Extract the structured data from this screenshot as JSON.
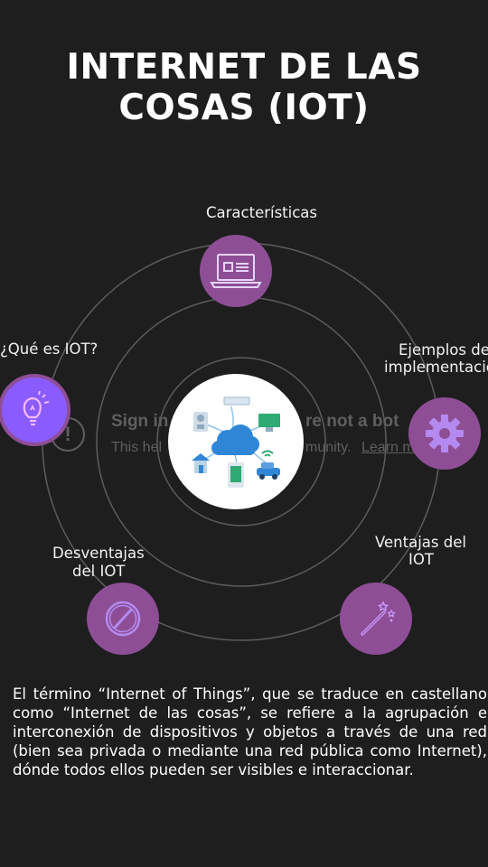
{
  "title": {
    "line1": "INTERNET DE LAS",
    "line2": "COSAS (IOT)"
  },
  "nodes": {
    "top": {
      "label": "Características",
      "icon": "laptop-icon"
    },
    "left": {
      "label": "¿Qué es IOT?",
      "icon": "lightbulb-icon"
    },
    "right": {
      "label_1": "Ejemplos de",
      "label_2": "implementación",
      "icon": "gear-icon"
    },
    "bottom_left": {
      "label_1": "Desventajas",
      "label_2": "del IOT",
      "icon": "prohibited-icon"
    },
    "bottom_right": {
      "label_1": "Ventajas del",
      "label_2": "IOT",
      "icon": "magic-wand-icon"
    }
  },
  "overlay": {
    "heading_start": "Sign in",
    "heading_end": "re not a bot",
    "body_start": "This hel",
    "body_mid": "munity.",
    "link": "Learn more"
  },
  "description": "El término “Internet of Things”, que se traduce en castellano como “Internet de las cosas”, se refiere a la agrupación e interconexión de dispositivos y objetos a través de una red (bien sea privada o mediante una red pública como Internet), dónde todos ellos pueden ser visibles e interaccionar.",
  "colors": {
    "background": "#1e1e1f",
    "node": "#8e4e95",
    "node_active": "#8a5cff",
    "ring": "#5a5a5a"
  }
}
